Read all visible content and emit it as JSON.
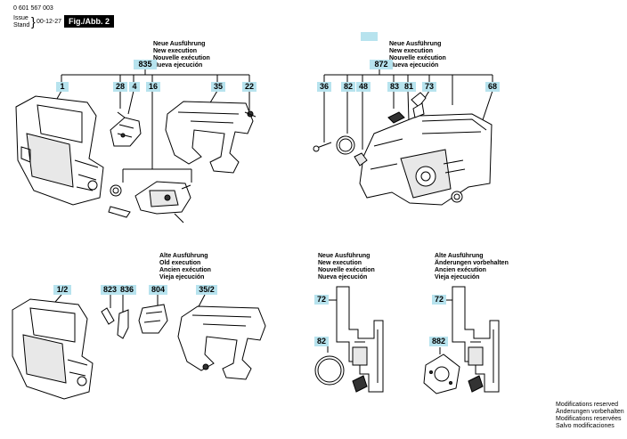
{
  "header": {
    "doc_number": "0 601 567 003",
    "issue_label": "Issue",
    "stand_label": "Stand",
    "date": "00-12-27",
    "figure_label": "Fig./Abb. 2"
  },
  "sections": {
    "top_left": {
      "heading": [
        "Neue Ausführung",
        "New execution",
        "Nouvelle exécution",
        "Nueva ejecución"
      ],
      "assembly_label": "835",
      "parts": [
        "1",
        "28",
        "4",
        "16",
        "35",
        "22"
      ]
    },
    "top_right": {
      "heading": [
        "Neue Ausführung",
        "New execution",
        "Nouvelle exécution",
        "Nueva ejecución"
      ],
      "assembly_label": "872",
      "parts": [
        "36",
        "82",
        "48",
        "83",
        "81",
        "73",
        "68"
      ]
    },
    "bottom_left": {
      "heading": [
        "Alte Ausführung",
        "Old execution",
        "Ancien exécution",
        "Vieja ejecución"
      ],
      "parts": [
        "1/2",
        "823",
        "836",
        "804",
        "35/2"
      ]
    },
    "bottom_middle": {
      "heading": [
        "Neue Ausführung",
        "New execution",
        "Nouvelle exécution",
        "Nueva ejecución"
      ],
      "parts": [
        "72",
        "82"
      ]
    },
    "bottom_right": {
      "heading": [
        "Alte Ausführung",
        "Änderungen vorbehalten",
        "Ancien exécution",
        "Vieja ejecución"
      ],
      "parts": [
        "72",
        "882"
      ]
    }
  },
  "footer": {
    "lines": [
      "Modifications reserved",
      "Änderungen vorbehalten",
      "Modifications reservées",
      "Salvo modificaciones"
    ]
  },
  "colors": {
    "label_bg": "#b7e3ee",
    "figure_bg": "#000000"
  }
}
